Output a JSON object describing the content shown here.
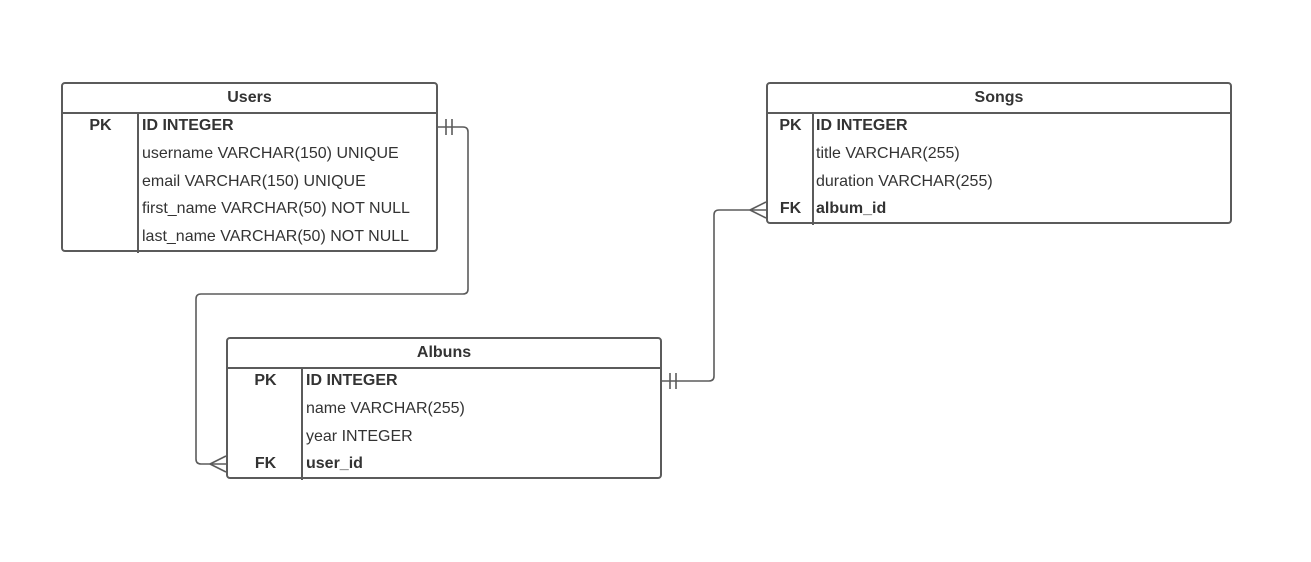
{
  "entities": {
    "users": {
      "title": "Users",
      "rows": [
        {
          "key": "PK",
          "field": "ID INTEGER"
        },
        {
          "key": "",
          "field": "username VARCHAR(150) UNIQUE"
        },
        {
          "key": "",
          "field": "email VARCHAR(150) UNIQUE"
        },
        {
          "key": "",
          "field": "first_name VARCHAR(50) NOT NULL"
        },
        {
          "key": "",
          "field": "last_name VARCHAR(50) NOT NULL"
        }
      ]
    },
    "songs": {
      "title": "Songs",
      "rows": [
        {
          "key": "PK",
          "field": "ID INTEGER"
        },
        {
          "key": "",
          "field": "title VARCHAR(255)"
        },
        {
          "key": "",
          "field": "duration VARCHAR(255)"
        },
        {
          "key": "FK",
          "field": "album_id"
        }
      ]
    },
    "albums": {
      "title": "Albuns",
      "rows": [
        {
          "key": "PK",
          "field": "ID INTEGER"
        },
        {
          "key": "",
          "field": "name VARCHAR(255)"
        },
        {
          "key": "",
          "field": "year INTEGER"
        },
        {
          "key": "FK",
          "field": "user_id"
        }
      ]
    }
  },
  "relationships": [
    {
      "from": "users",
      "from_cardinality": "one-and-only-one",
      "to": "albums",
      "to_cardinality": "many"
    },
    {
      "from": "albums",
      "from_cardinality": "one-and-only-one",
      "to": "songs",
      "to_cardinality": "many"
    }
  ],
  "colors": {
    "line": "#5b5b5b",
    "text": "#333333",
    "background": "#ffffff"
  }
}
